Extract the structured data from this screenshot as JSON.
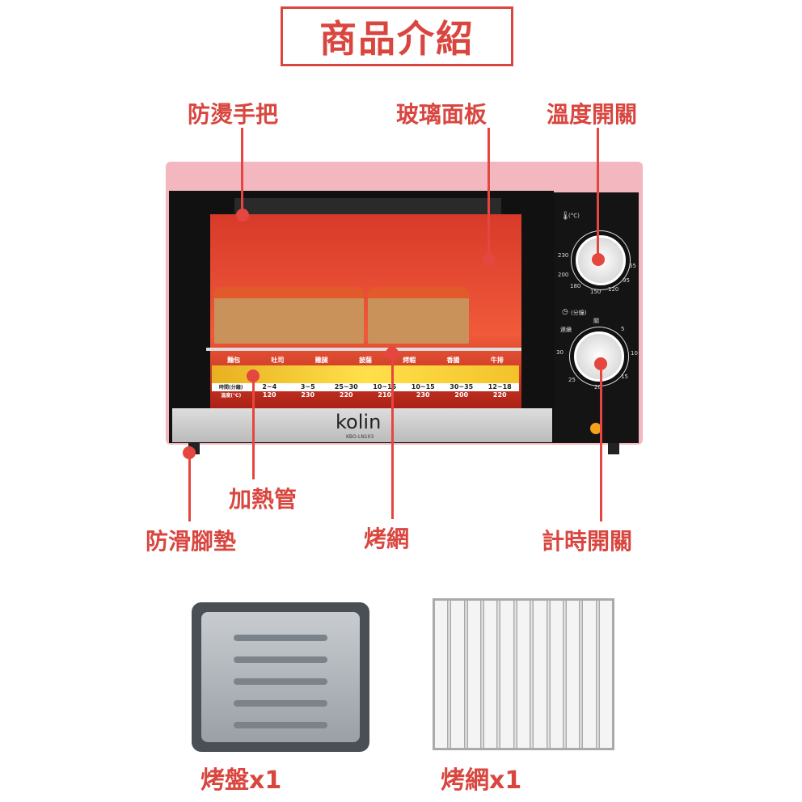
{
  "header": {
    "title": "商品介紹"
  },
  "callouts": {
    "handle": "防燙手把",
    "glass_panel": "玻璃面板",
    "temp_switch": "溫度開關",
    "heating_tube": "加熱管",
    "anti_slip_feet": "防滑腳墊",
    "grill_rack": "烤網",
    "timer_switch": "計時開關"
  },
  "oven": {
    "brand": "kolin",
    "model": "KBO-LN103",
    "food_table": {
      "foods": [
        "麵包",
        "吐司",
        "雞腿",
        "披薩",
        "烤蝦",
        "香腸",
        "牛排"
      ],
      "time_label": "時間(分鐘)",
      "temp_label": "溫度(°C)",
      "times": [
        "2~4",
        "3~5",
        "25~30",
        "10~15",
        "10~15",
        "30~35",
        "12~18"
      ],
      "temps": [
        "120",
        "230",
        "220",
        "210",
        "230",
        "200",
        "220"
      ]
    },
    "temp_dial": {
      "unit": "(°C)",
      "ticks": [
        "230",
        "200",
        "180",
        "150",
        "120",
        "95",
        "65"
      ]
    },
    "timer_dial": {
      "unit": "(分鐘)",
      "ticks": [
        "連續",
        "關",
        "5",
        "10",
        "15",
        "20",
        "25",
        "30"
      ]
    }
  },
  "accessories": {
    "tray": "烤盤x1",
    "rack": "烤網x1"
  },
  "colors": {
    "accent": "#d9463f",
    "oven_body": "#f2b7bf"
  }
}
